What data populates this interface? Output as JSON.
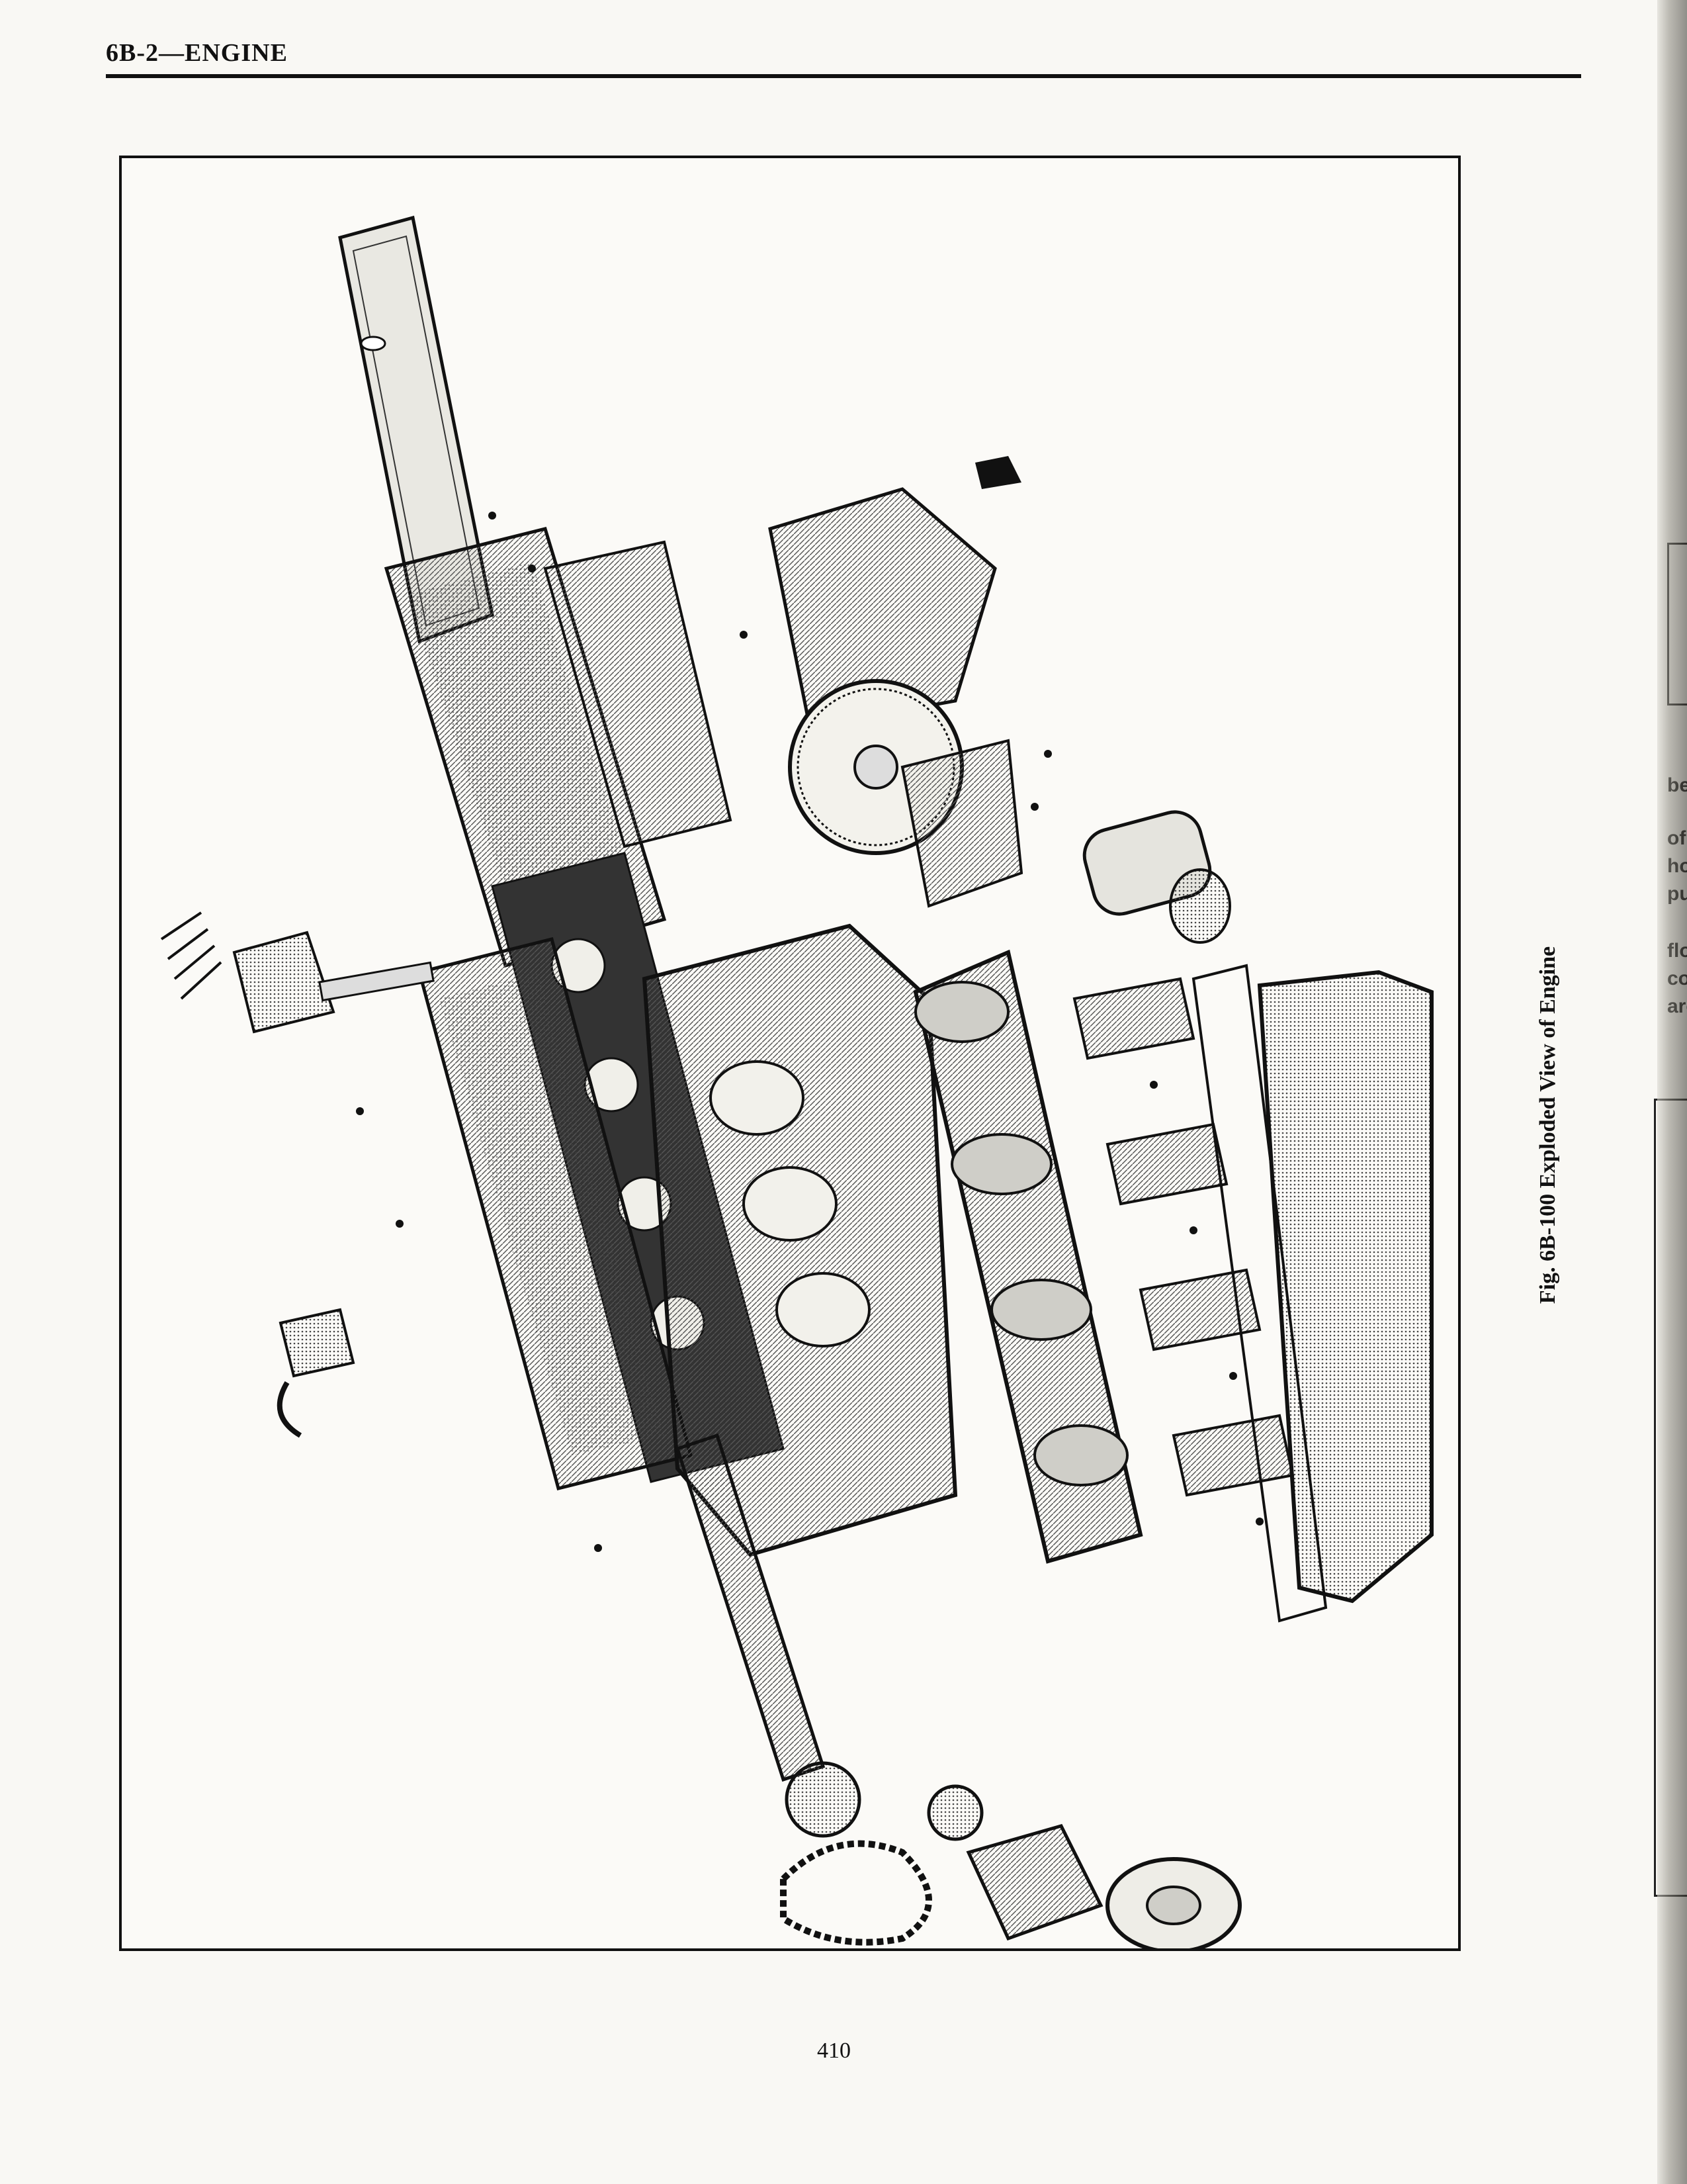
{
  "header": {
    "text": "6B-2—ENGINE"
  },
  "figure": {
    "caption": "Fig. 6B-100 Exploded View of Engine"
  },
  "page": {
    "number": "410"
  },
  "margin_fragments": [
    "be",
    "of",
    "ho",
    "pu",
    "flo",
    "co",
    "aro"
  ]
}
